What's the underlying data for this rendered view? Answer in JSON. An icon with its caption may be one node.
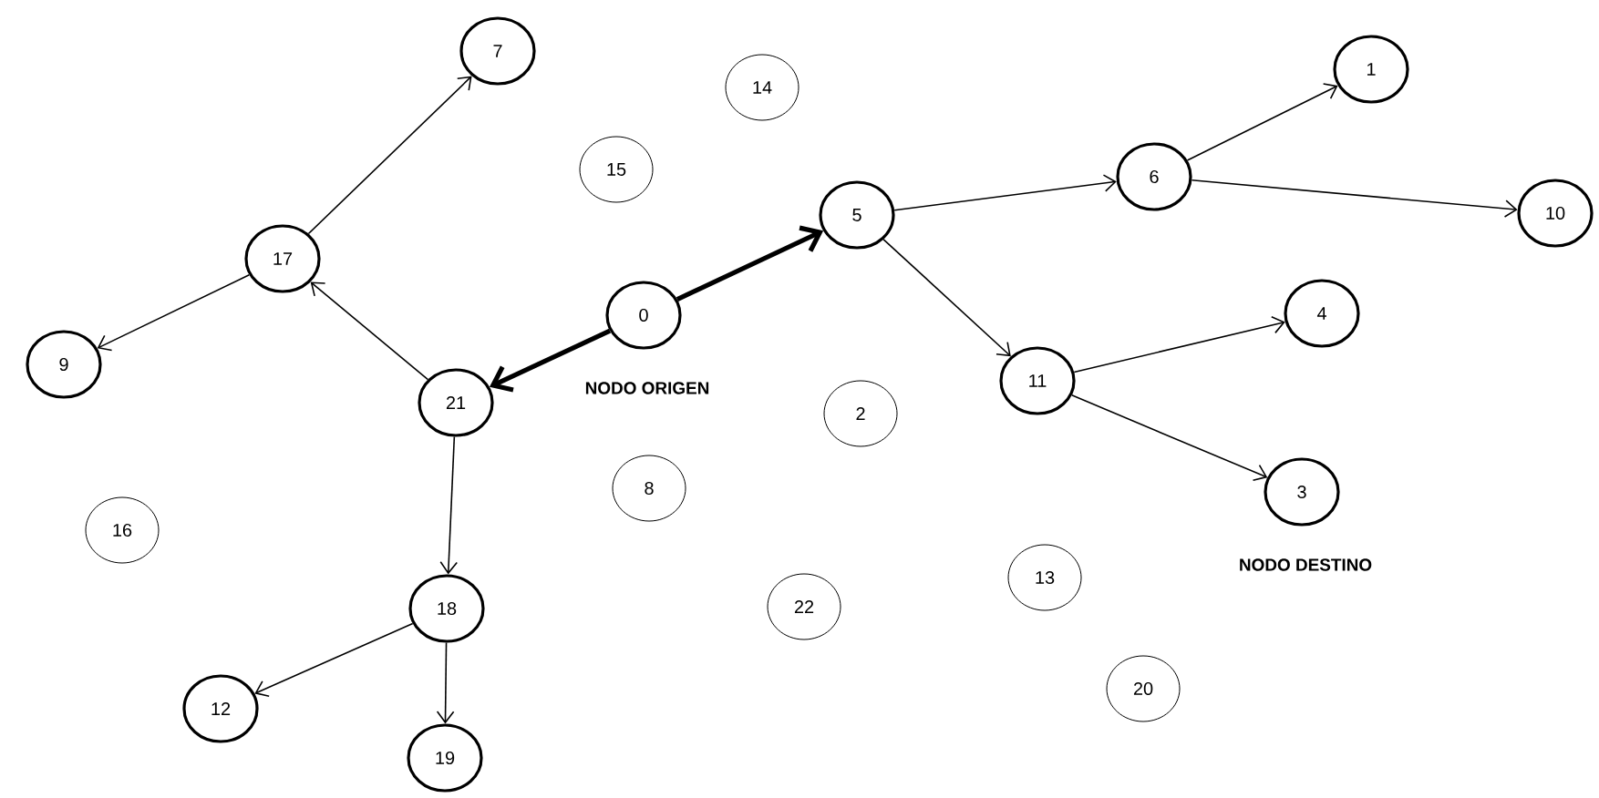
{
  "diagram": {
    "nodes": [
      {
        "text": [
          "7"
        ]
      },
      {
        "text": [
          "14"
        ]
      },
      {
        "text": [
          "1"
        ]
      },
      {
        "text": [
          "15"
        ]
      },
      {
        "text": [
          "6"
        ]
      },
      {
        "text": [
          "5"
        ]
      },
      {
        "text": [
          "10"
        ]
      },
      {
        "text": [
          "17"
        ]
      },
      {
        "text": [
          "0"
        ],
        "beside": [
          "NODO ORIGEN"
        ]
      },
      {
        "text": [
          "4"
        ]
      },
      {
        "text": [
          "9"
        ]
      },
      {
        "text": [
          "21"
        ]
      },
      {
        "text": [
          "11"
        ]
      },
      {
        "text": [
          "2"
        ]
      },
      {
        "text": [
          "8"
        ]
      },
      {
        "text": [
          "3"
        ],
        "beside": [
          "NODO DESTINO"
        ]
      },
      {
        "text": [
          "16"
        ]
      },
      {
        "text": [
          "13"
        ]
      },
      {
        "text": [
          "18"
        ]
      },
      {
        "text": [
          "22"
        ]
      },
      {
        "text": [
          "20"
        ]
      },
      {
        "text": [
          "12"
        ]
      },
      {
        "text": [
          "19"
        ]
      }
    ],
    "edges": [
      {
        "from": 8,
        "to": 5,
        "arrow": "to",
        "style": "thick"
      },
      {
        "from": 8,
        "to": 11,
        "arrow": "to",
        "style": "thick"
      },
      {
        "from": 5,
        "to": 4,
        "arrow": "to"
      },
      {
        "from": 4,
        "to": 2,
        "arrow": "to"
      },
      {
        "from": 4,
        "to": 6,
        "arrow": "to"
      },
      {
        "from": 5,
        "to": 12,
        "arrow": "to"
      },
      {
        "from": 12,
        "to": 9,
        "arrow": "to"
      },
      {
        "from": 12,
        "to": 15,
        "arrow": "to"
      },
      {
        "from": 11,
        "to": 7,
        "arrow": "to"
      },
      {
        "from": 7,
        "to": 0,
        "arrow": "to"
      },
      {
        "from": 7,
        "to": 10,
        "arrow": "to"
      },
      {
        "from": 11,
        "to": 18,
        "arrow": "to"
      },
      {
        "from": 18,
        "to": 21,
        "arrow": "to"
      },
      {
        "from": 18,
        "to": 22,
        "arrow": "to"
      }
    ]
  }
}
